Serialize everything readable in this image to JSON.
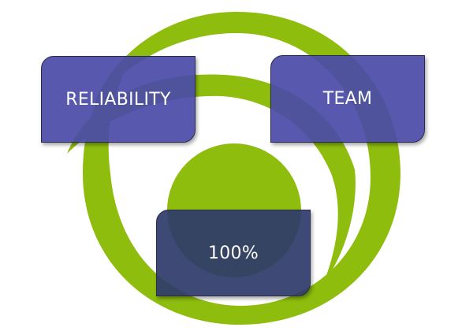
{
  "diagram": {
    "boxes": {
      "reliability": {
        "label": "RELIABILITY"
      },
      "team": {
        "label": "TEAM"
      },
      "center": {
        "label": "100%"
      }
    }
  },
  "colors": {
    "swirl_green": "#8ebd0e",
    "box_blue": "#4a4aa8",
    "box_navy": "#2e3a6a"
  }
}
